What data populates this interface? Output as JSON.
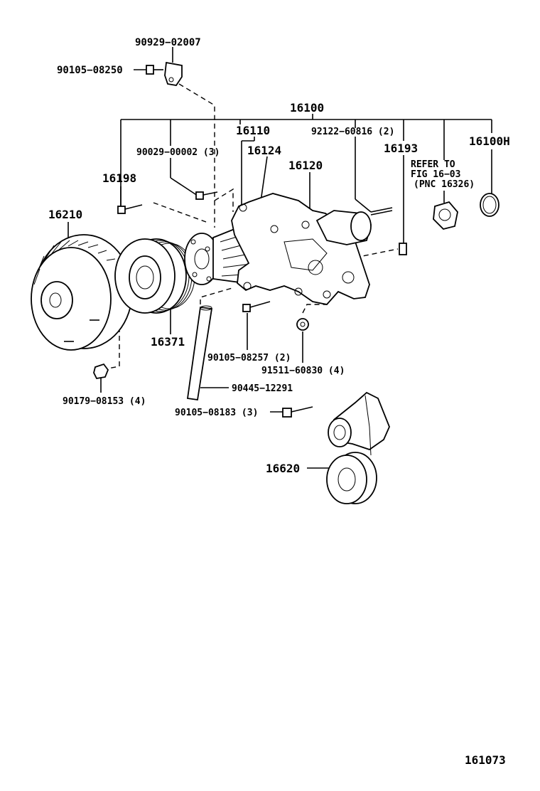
{
  "labels": {
    "p90929_02007": "90929−02007",
    "p90105_08250": "90105−08250",
    "p16100": "16100",
    "p16110": "16110",
    "p92122_60816": "92122−60816 (2)",
    "p16100H": "16100H",
    "p90029_00002": "90029−00002 (3)",
    "p16124": "16124",
    "p16193": "16193",
    "p16198": "16198",
    "p16120": "16120",
    "refer_line1": "REFER TO",
    "refer_line2": "FIG 16−03",
    "refer_line3": "(PNC 16326)",
    "p16210": "16210",
    "p16371": "16371",
    "p90105_08257": "90105−08257 (2)",
    "p91511_60830": "91511−60830 (4)",
    "p90179_08153": "90179−08153 (4)",
    "p90445_12291": "90445−12291",
    "p90105_08183": "90105−08183 (3)",
    "p16620": "16620",
    "figure_number": "161073"
  },
  "icons": {
    "fan_clutch": "fan-clutch-icon",
    "pulley": "pulley-icon",
    "water_pump": "water-pump-icon",
    "tensioner": "belt-tensioner-icon",
    "bracket": "bracket-icon",
    "gasket": "gasket-icon",
    "o_ring": "o-ring-icon",
    "bolt": "bolt-icon",
    "nut": "nut-icon",
    "hose": "hose-icon"
  }
}
